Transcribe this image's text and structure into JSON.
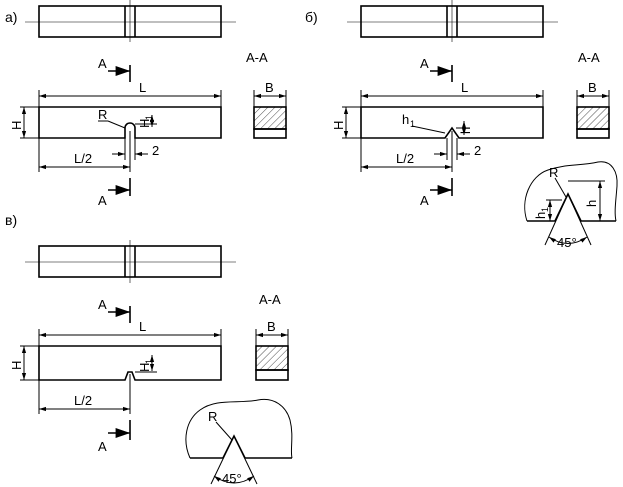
{
  "panels": {
    "a": {
      "label": "а)",
      "section_arrow_top": "A",
      "section_arrow_bottom": "A",
      "length": "L",
      "height": "H",
      "radius": "R",
      "notch_depth": "H",
      "notch_depth_sub": "1",
      "half_length": "L/2",
      "notch_width": "2",
      "section_title": "A-A",
      "section_width": "B"
    },
    "b": {
      "label": "б)",
      "section_arrow_top": "A",
      "section_arrow_bottom": "A",
      "length": "L",
      "height": "H",
      "h1": "h",
      "h1_sub": "1",
      "h": "h",
      "half_length": "L/2",
      "notch_width": "2",
      "section_title": "A-A",
      "section_width": "B",
      "detail_radius": "R",
      "detail_h": "h",
      "detail_h1": "h",
      "detail_h1_sub": "1",
      "detail_angle": "45°"
    },
    "v": {
      "label": "в)",
      "section_arrow_top": "A",
      "section_arrow_bottom": "A",
      "length": "L",
      "height": "H",
      "notch_depth": "H",
      "notch_depth_sub": "1",
      "half_length": "L/2",
      "section_title": "A-A",
      "section_width": "B",
      "detail_radius": "R",
      "detail_angle": "45°"
    }
  }
}
